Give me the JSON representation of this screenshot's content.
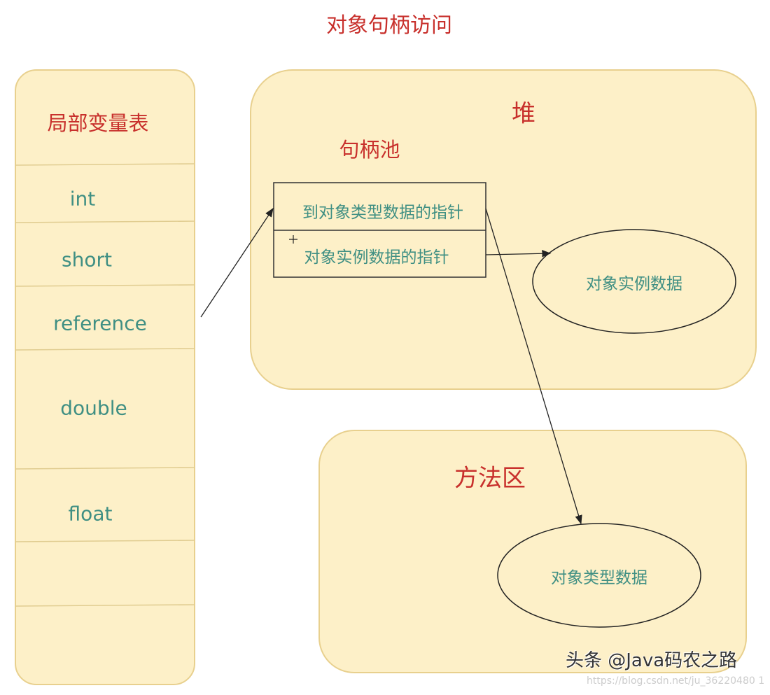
{
  "title": "对象句柄访问",
  "local_var_table": {
    "label": "局部变量表",
    "rows": [
      "int",
      "short",
      "reference",
      "double",
      "float",
      "",
      ""
    ]
  },
  "heap": {
    "label": "堆",
    "handle_pool": {
      "label": "句柄池",
      "rows": [
        "到对象类型数据的指针",
        "对象实例数据的指针"
      ]
    },
    "instance_data": "对象实例数据"
  },
  "method_area": {
    "label": "方法区",
    "type_data": "对象类型数据"
  },
  "watermark": {
    "main": "头条 @Java码农之路",
    "url": "https://blog.csdn.net/ju_36220480 1"
  },
  "colors": {
    "fill": "#fdf0c8",
    "border": "#e8d08e",
    "heading": "#c8302c",
    "text": "#3f8f83"
  }
}
